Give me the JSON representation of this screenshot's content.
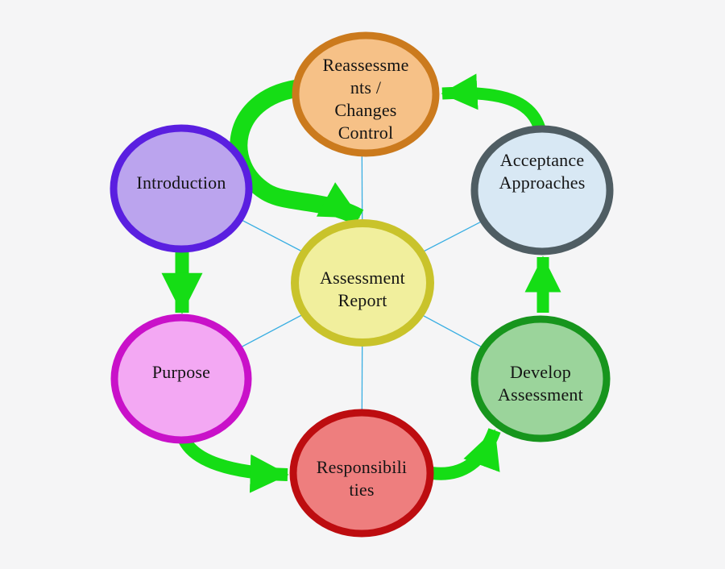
{
  "diagram": {
    "background_color": "#f5f5f6",
    "connector_color": "#38aee2",
    "arrow_color": "#15dd15",
    "text_color": "#141414",
    "center_node_key": "center",
    "nodes": {
      "center": {
        "lines": [
          "Assessment",
          "Report"
        ],
        "fill": "#f1ef9d",
        "border": "#c9c32b"
      },
      "reassessments": {
        "lines": [
          "Reassessme",
          "nts /",
          "Changes",
          "Control"
        ],
        "fill": "#f6c187",
        "border": "#cb7a1d"
      },
      "acceptance": {
        "lines": [
          "Acceptance",
          "Approaches"
        ],
        "fill": "#d8e8f4",
        "border": "#4f5d63"
      },
      "develop": {
        "lines": [
          "Develop",
          "Assessment"
        ],
        "fill": "#9bd49b",
        "border": "#17951d"
      },
      "responsibilities": {
        "lines": [
          "Responsibili",
          "ties"
        ],
        "fill": "#ee7e7e",
        "border": "#bd0d10"
      },
      "purpose": {
        "lines": [
          "Purpose"
        ],
        "fill": "#f3a8f3",
        "border": "#c911c9"
      },
      "introduction": {
        "lines": [
          "Introduction"
        ],
        "fill": "#bba4ee",
        "border": "#5a1fe0"
      }
    },
    "flow_order": [
      "introduction",
      "purpose",
      "responsibilities",
      "develop",
      "acceptance",
      "reassessments",
      "center"
    ]
  }
}
